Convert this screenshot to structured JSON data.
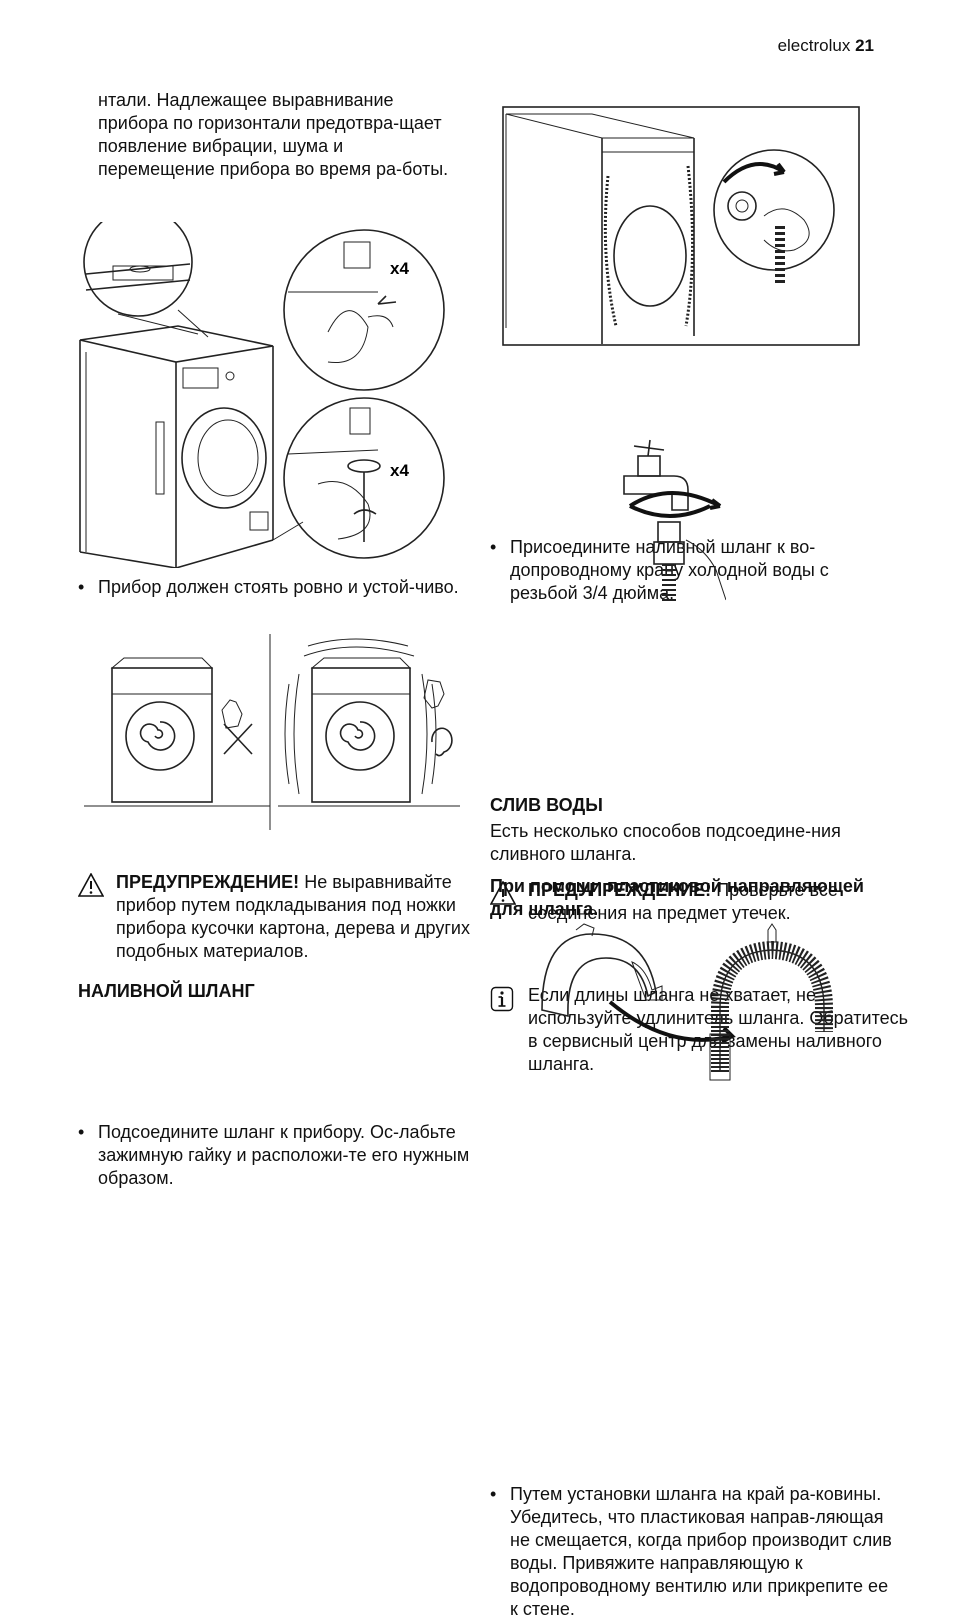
{
  "header": {
    "brand": "electrolux",
    "page_number": "21"
  },
  "left": {
    "intro": "нтали. Надлежащее выравнивание прибора по горизонтали предотвра-щает появление вибрации, шума и перемещение прибора во время ра-боты.",
    "fig_level_labels": {
      "x4_top": "x4",
      "x4_bottom": "x4"
    },
    "bullet_level": "Прибор должен стоять ровно и устой-чиво.",
    "warning1": {
      "title": "ПРЕДУПРЕЖДЕНИЕ!",
      "text": " Не выравнивайте прибор путем подкладывания под ножки прибора кусочки картона, дерева и других подобных материалов."
    },
    "heading_inlet": "НАЛИВНОЙ ШЛАНГ",
    "bullet_inlet": "Подсоедините шланг к прибору. Ос-лабьте зажимную гайку и расположи-те его нужным образом."
  },
  "right": {
    "bullet_tap": "Присоедините наливной шланг к во-допроводному крану холодной воды с резьбой 3/4 дюйма.",
    "warning2": {
      "title": "ПРЕДУПРЕЖДЕНИЕ!",
      "text": " Проверьте все соединения на предмет утечек."
    },
    "info": "Если длины шланга не хватает, не используйте удлинитель шланга. Обратитесь в сервисный центр для замены наливного шланга.",
    "heading_drain": "СЛИВ ВОДЫ",
    "drain_intro": "Есть несколько способов подсоедине-ния сливного шланга.",
    "drain_sub": "При помощи пластиковой направляющей для шланга.",
    "bullet_sink": "Путем установки шланга на край ра-ковины.",
    "bullet_sink_more": "Убедитесь, что пластиковая направ-ляющая не смещается, когда прибор производит слив воды. Привяжите направляющую к водопроводному вентилю или прикрепите ее к стене."
  }
}
